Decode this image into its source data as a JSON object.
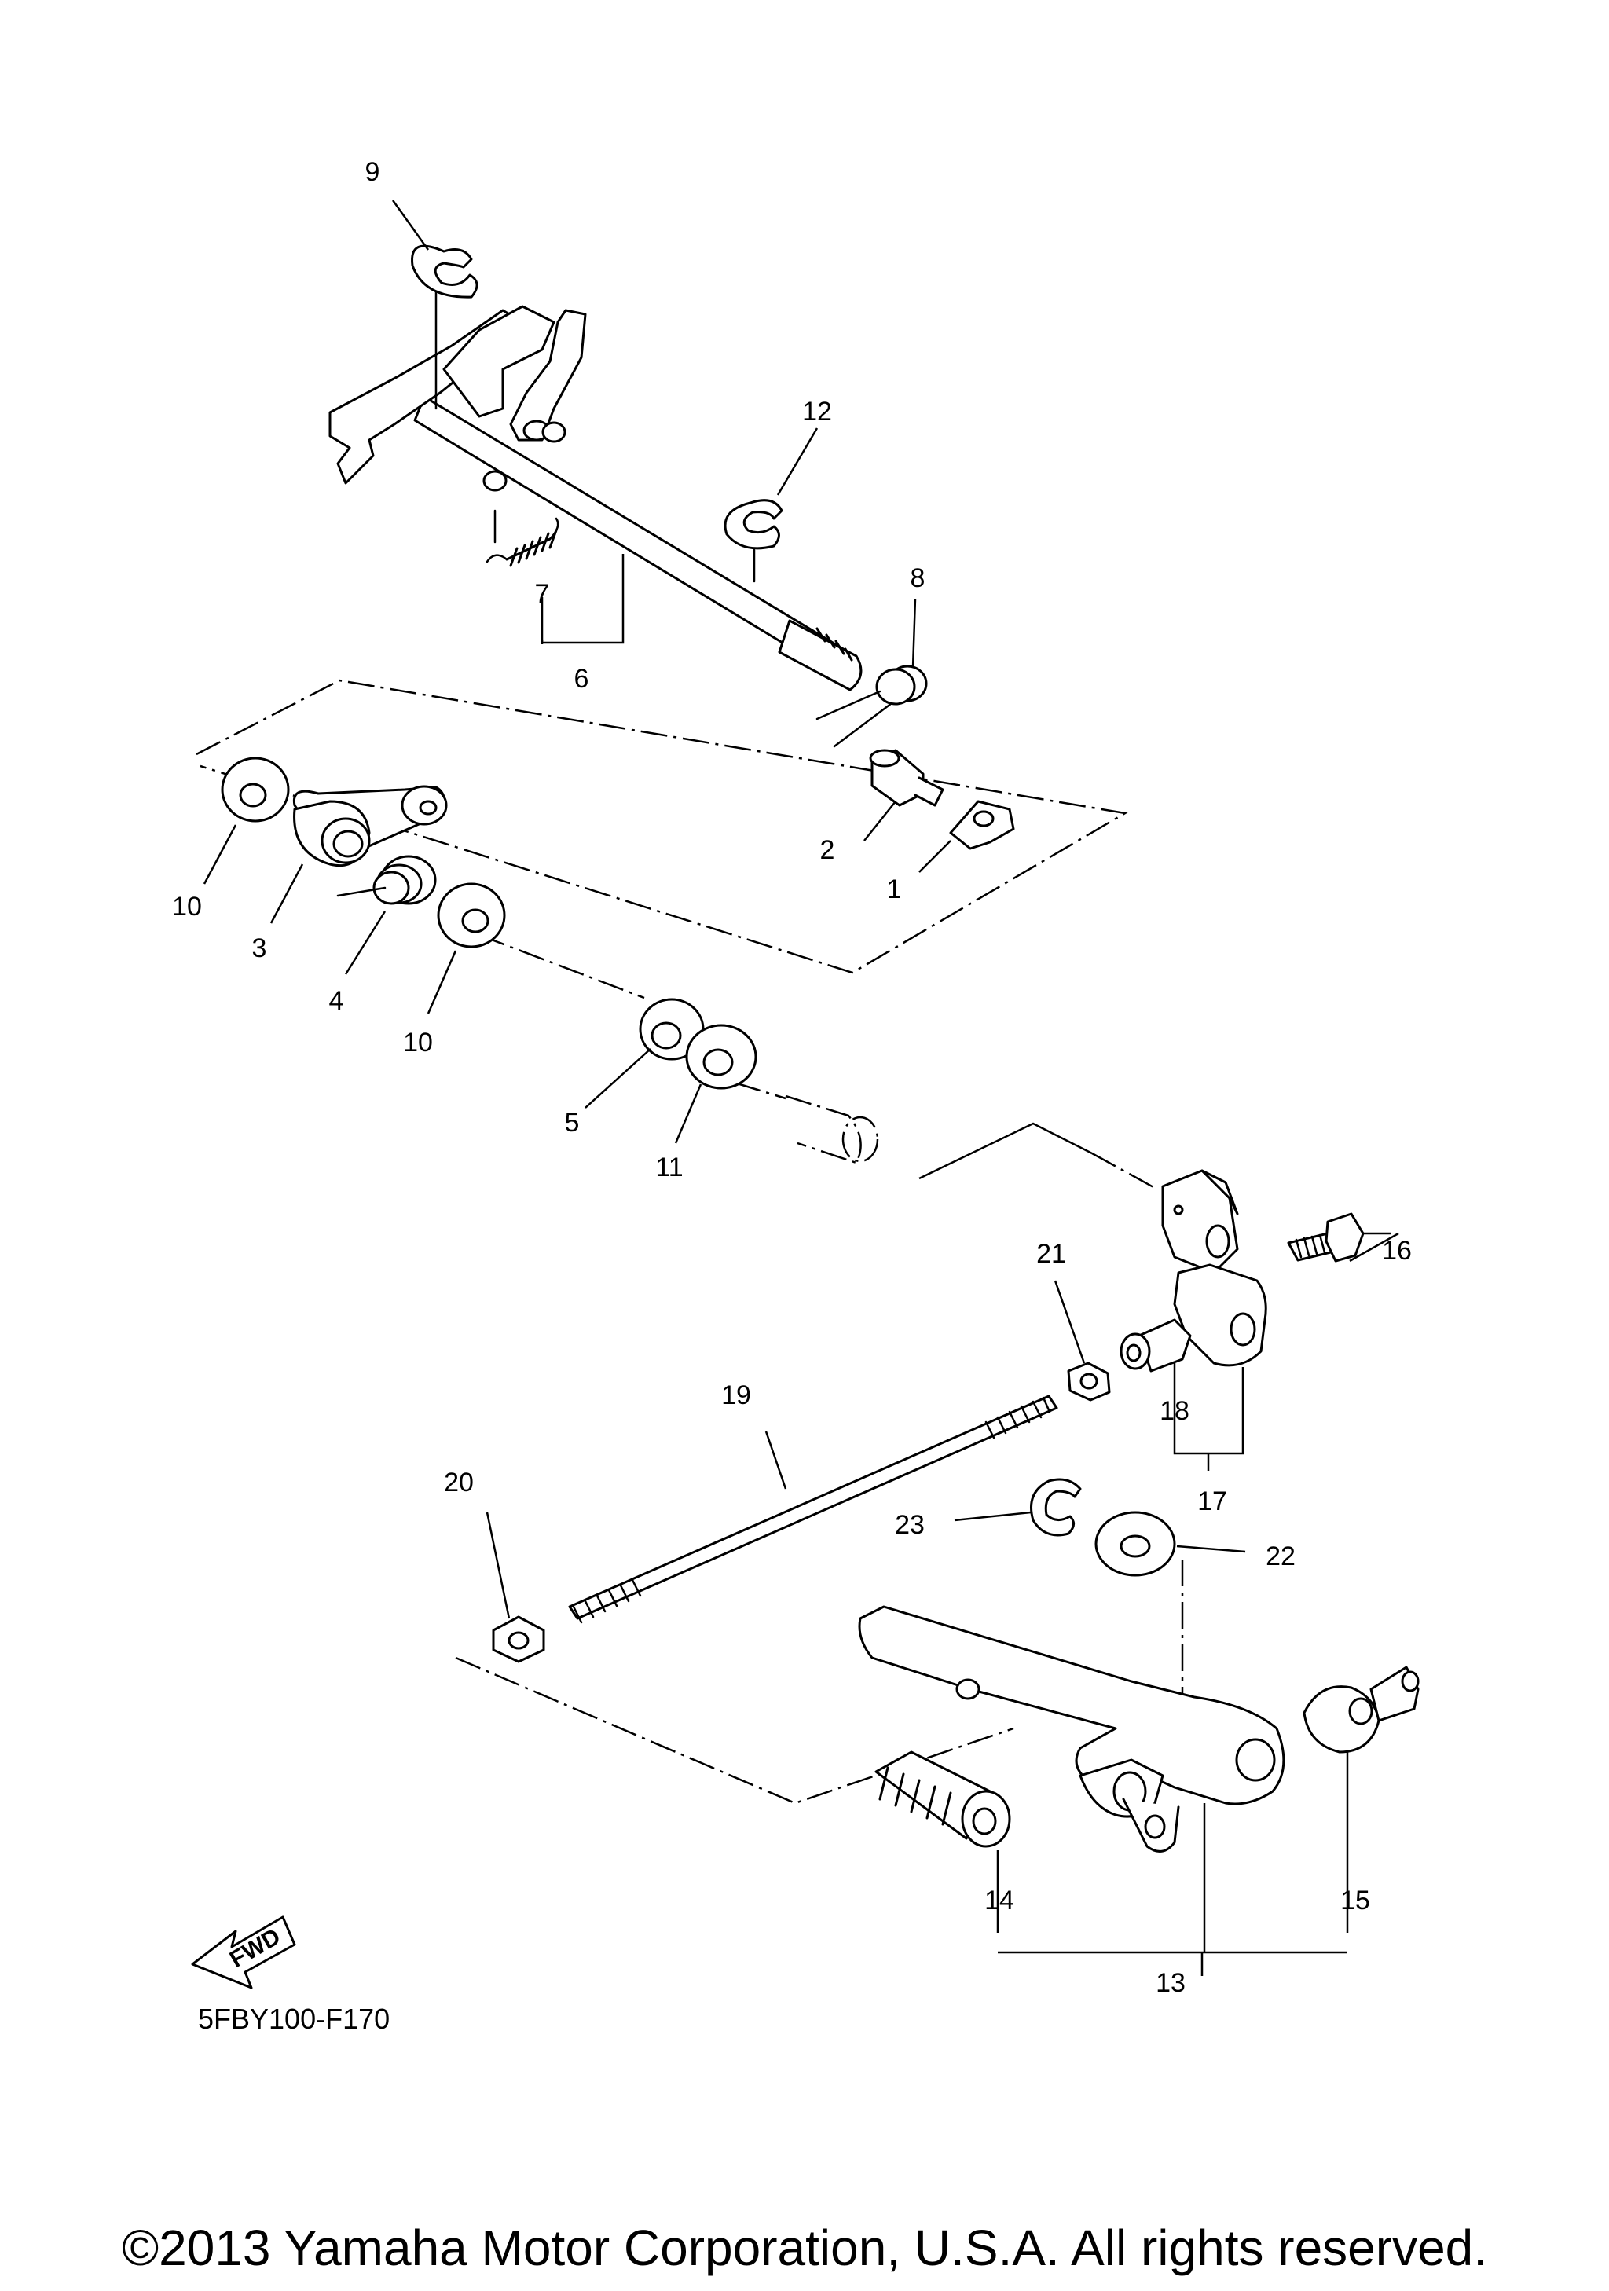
{
  "callouts": [
    {
      "id": "c1",
      "text": "1"
    },
    {
      "id": "c2",
      "text": "2"
    },
    {
      "id": "c3",
      "text": "3"
    },
    {
      "id": "c4",
      "text": "4"
    },
    {
      "id": "c5",
      "text": "5"
    },
    {
      "id": "c6",
      "text": "6"
    },
    {
      "id": "c7",
      "text": "7"
    },
    {
      "id": "c8",
      "text": "8"
    },
    {
      "id": "c9",
      "text": "9"
    },
    {
      "id": "c10a",
      "text": "10"
    },
    {
      "id": "c10b",
      "text": "10"
    },
    {
      "id": "c11",
      "text": "11"
    },
    {
      "id": "c12",
      "text": "12"
    },
    {
      "id": "c13",
      "text": "13"
    },
    {
      "id": "c14",
      "text": "14"
    },
    {
      "id": "c15",
      "text": "15"
    },
    {
      "id": "c16",
      "text": "16"
    },
    {
      "id": "c17",
      "text": "17"
    },
    {
      "id": "c18",
      "text": "18"
    },
    {
      "id": "c19",
      "text": "19"
    },
    {
      "id": "c20",
      "text": "20"
    },
    {
      "id": "c21",
      "text": "21"
    },
    {
      "id": "c22",
      "text": "22"
    },
    {
      "id": "c23",
      "text": "23"
    }
  ],
  "fwd_badge": "FWD",
  "diagram_code": "5FBY100-F170",
  "copyright": "©2013 Yamaha Motor Corporation, U.S.A. All rights reserved."
}
